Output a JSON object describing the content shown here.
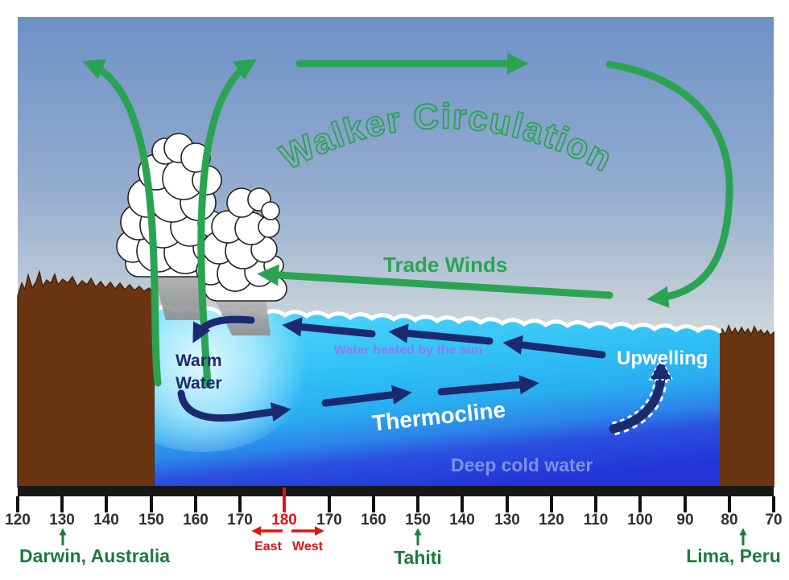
{
  "title": "Walker Circulation",
  "labels": {
    "trade_winds": "Trade Winds",
    "warm_water_line1": "Warm",
    "warm_water_line2": "Water",
    "water_heated": "Water heated by the sun",
    "thermocline": "Thermocline",
    "upwelling": "Upwelling",
    "deep_cold_water": "Deep cold water"
  },
  "axis": {
    "ticks": [
      "120",
      "130",
      "140",
      "150",
      "160",
      "170",
      "180",
      "170",
      "160",
      "150",
      "140",
      "130",
      "120",
      "110",
      "100",
      "90",
      "80",
      "70"
    ],
    "highlight_value": "180",
    "east_label": "East",
    "west_label": "West"
  },
  "locations": {
    "darwin": "Darwin, Australia",
    "tahiti": "Tahiti",
    "lima": "Lima, Peru"
  },
  "colors": {
    "sky_top": "#6d92c7",
    "sky_horizon": "#f0f3e6",
    "arrow_green": "#2aa452",
    "title_green": "#2aa24f",
    "location_green": "#1e7a3e",
    "ocean_surface_cyan": "#30bff5",
    "deep_blue": "#2335d9",
    "current_navy": "#1b2a70",
    "land_brown": "#6b3511",
    "heated_purple": "#8b7cf0",
    "deep_text_periwinkle": "#7e90e0",
    "axis_red": "#e31212"
  }
}
